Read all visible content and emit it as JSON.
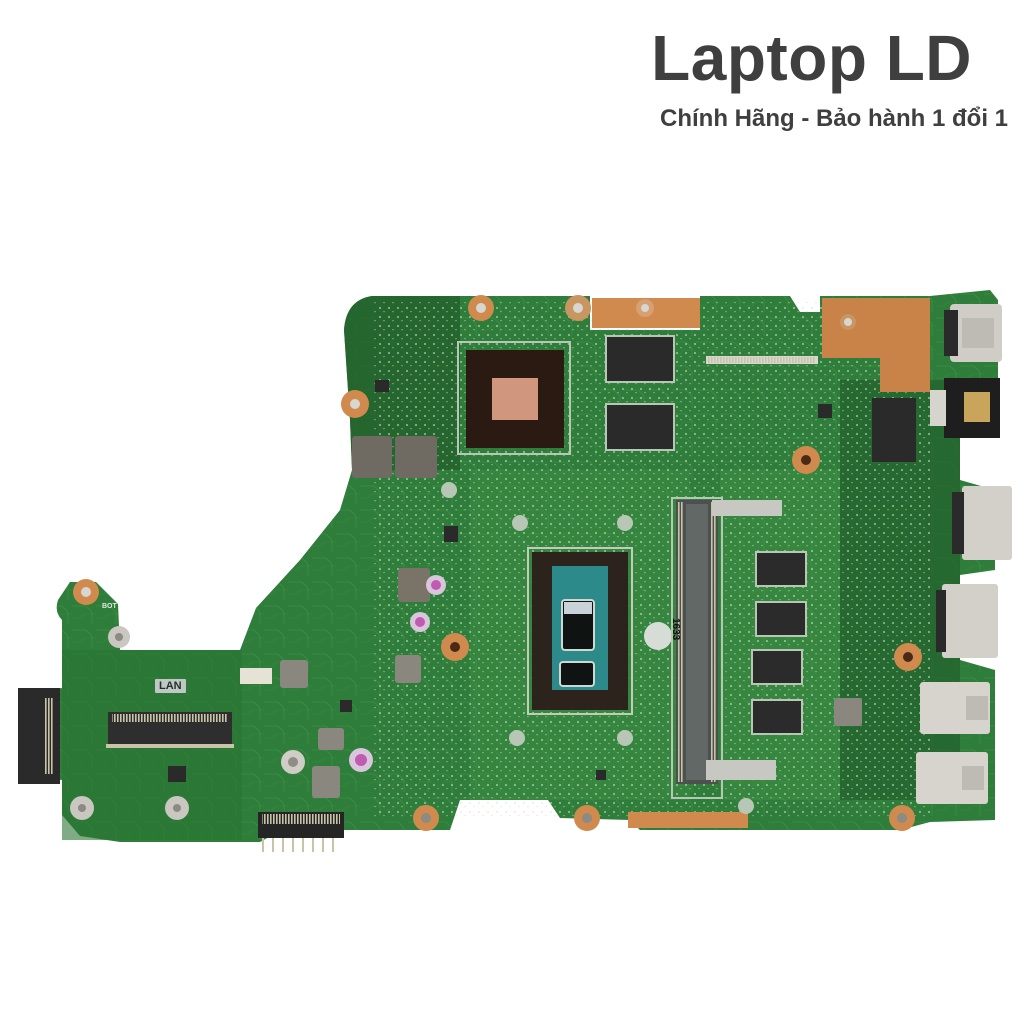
{
  "brand": {
    "title": "Laptop LD",
    "subtitle": "Chính Hãng - Bảo hành 1 đổi 1",
    "text_color": "#3f3f3f"
  },
  "photo": {
    "subject": "laptop-motherboard",
    "background_color": "#ffffff",
    "pcb_color": "#2f7d3a",
    "pcb_dark_color": "#1f5a2a",
    "copper_color": "#d08a4e",
    "silkscreen": {
      "lan_label": "LAN",
      "bot_label": "BOT",
      "dimm_marking": "1633"
    },
    "components": [
      {
        "name": "cpu",
        "label": "Intel CPU die"
      },
      {
        "name": "gpu",
        "label": "Discrete GPU"
      },
      {
        "name": "vram",
        "count": 2
      },
      {
        "name": "onboard-ram",
        "count": 4
      },
      {
        "name": "so-dimm-slot",
        "count": 1
      },
      {
        "name": "m2-wlan-slot",
        "count": 1
      },
      {
        "name": "sata-connector",
        "count": 1
      },
      {
        "name": "battery-connector",
        "count": 1
      },
      {
        "name": "dc-jack",
        "count": 1
      },
      {
        "name": "rj45-port",
        "count": 1
      },
      {
        "name": "hdmi-port",
        "count": 1
      },
      {
        "name": "vga-port",
        "count": 1
      },
      {
        "name": "usb-port",
        "count": 2
      }
    ]
  }
}
